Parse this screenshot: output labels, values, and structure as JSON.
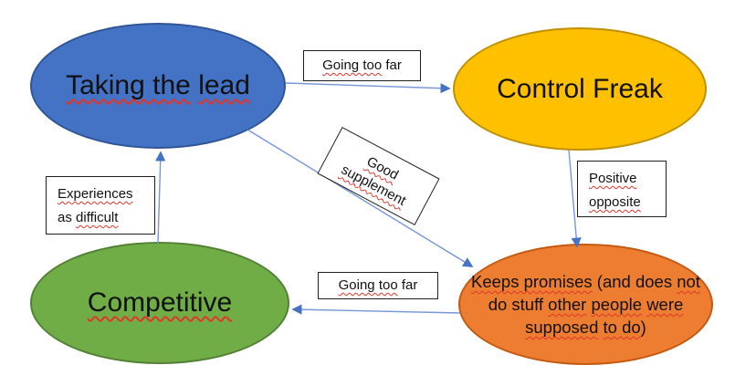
{
  "colors": {
    "canvas-bg": "#ffffff",
    "blue-fill": "#4472C4",
    "blue-border": "#2F5597",
    "gold-fill": "#FFC000",
    "gold-border": "#BF9000",
    "green-fill": "#70AD47",
    "green-border": "#538135",
    "orange-fill": "#ED7D31",
    "orange-border": "#C45911",
    "connector": "#7796d8",
    "arrowhead": "#4472C4",
    "label-box-border": "#1f1f1f",
    "text": "#111111",
    "squiggle": "#e0352b"
  },
  "nodes": {
    "taking_the_lead": {
      "segments": [
        {
          "t": "Taking the",
          "misspelled": true
        },
        {
          "t": " ",
          "misspelled": false
        },
        {
          "t": "lead",
          "misspelled": true
        }
      ]
    },
    "control_freak": {
      "label": "Control Freak",
      "misspelled": false
    },
    "competitive": {
      "label": "Competitive",
      "misspelled": true
    },
    "keeps_promises": {
      "lines": [
        [
          {
            "t": "Keeps promises",
            "misspelled": true
          },
          {
            "t": " (and does ",
            "misspelled": false
          },
          {
            "t": "not",
            "misspelled": true
          }
        ],
        [
          {
            "t": "do stuff ",
            "misspelled": false
          },
          {
            "t": "other",
            "misspelled": true
          },
          {
            "t": " ",
            "misspelled": false
          },
          {
            "t": "people",
            "misspelled": true
          },
          {
            "t": " ",
            "misspelled": false
          },
          {
            "t": "were",
            "misspelled": true
          }
        ],
        [
          {
            "t": "supposed",
            "misspelled": true
          },
          {
            "t": " ",
            "misspelled": false
          },
          {
            "t": "to do",
            "misspelled": true
          },
          {
            "t": ")",
            "misspelled": false
          }
        ]
      ]
    }
  },
  "edge_labels": {
    "going_top": {
      "segments": [
        {
          "t": "Going too",
          "misspelled": true
        },
        {
          "t": " far",
          "misspelled": false
        }
      ]
    },
    "good_supplement": {
      "lines": [
        {
          "t": "Good",
          "misspelled": true
        },
        {
          "t": "supplement",
          "misspelled": true
        }
      ]
    },
    "positive_opposite": {
      "lines": [
        {
          "t": "Positive",
          "misspelled": true
        },
        {
          "t": "opposite",
          "misspelled": true
        }
      ]
    },
    "experiences": {
      "line1": {
        "t": "Experiences",
        "misspelled": true
      },
      "line2": [
        {
          "t": "as ",
          "misspelled": false
        },
        {
          "t": "difficult",
          "misspelled": true
        }
      ]
    },
    "going_bottom": {
      "segments": [
        {
          "t": "Going too",
          "misspelled": true
        },
        {
          "t": " far",
          "misspelled": false
        }
      ]
    }
  },
  "edges": [
    {
      "from": "taking_the_lead",
      "to": "control_freak",
      "label": "Going too far"
    },
    {
      "from": "control_freak",
      "to": "keeps_promises",
      "label": "Positive opposite"
    },
    {
      "from": "taking_the_lead",
      "to": "keeps_promises",
      "label": "Good supplement"
    },
    {
      "from": "keeps_promises",
      "to": "competitive",
      "label": "Going too far"
    },
    {
      "from": "competitive",
      "to": "taking_the_lead",
      "label": "Experiences as difficult"
    }
  ]
}
